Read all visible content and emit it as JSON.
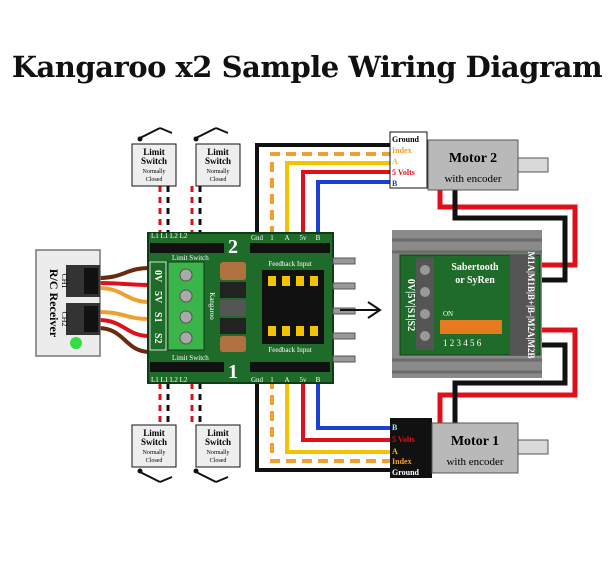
{
  "title": "Kangaroo x2 Sample Wiring Diagram",
  "limit_switch": {
    "line1": "Limit",
    "line2": "Switch",
    "line3": "Normally",
    "line4": "Closed"
  },
  "receiver": {
    "label1": "R/C Receiver",
    "ch1": "CH1",
    "ch2": "CH2"
  },
  "kangaroo": {
    "top_header": "L1  L1  L2  L2",
    "limit_switch_label": "Limit Switch",
    "bottom_header": "L1  L1  L2  L2",
    "left_pins": [
      "0V",
      "5V",
      "S1",
      "S2"
    ],
    "channel2": "2",
    "channel1": "1",
    "encoder_pins": [
      "Gnd",
      "1",
      "A",
      "5v",
      "B"
    ],
    "feedback_top": "Feedback Input",
    "feedback_bottom": "Feedback Input",
    "vertical_label": "Kangaroo"
  },
  "sabertooth": {
    "name1": "Sabertooth",
    "name2": "or SyRen",
    "left_pins": "0V|5V|S1|S2",
    "dip_on": "ON",
    "dip_numbers": "1 2 3 4 5 6",
    "right_pins": "M1A|M1B|B+|B-|M2A|M2B"
  },
  "motor2": {
    "name": "Motor 2",
    "sub": "with encoder",
    "wires": [
      "Ground",
      "Index",
      "A",
      "5 Volts",
      "B"
    ]
  },
  "motor1": {
    "name": "Motor 1",
    "sub": "with encoder",
    "wires": [
      "B",
      "5 Volts",
      "A",
      "Index",
      "Ground"
    ]
  },
  "colors": {
    "board_green": "#1f6b2a",
    "wire_red": "#e0101b",
    "wire_black": "#111111",
    "wire_yellow": "#f2c400",
    "wire_orange": "#f0a030",
    "wire_blue": "#1c3fd6",
    "motor_gray": "#b9b9b9"
  }
}
